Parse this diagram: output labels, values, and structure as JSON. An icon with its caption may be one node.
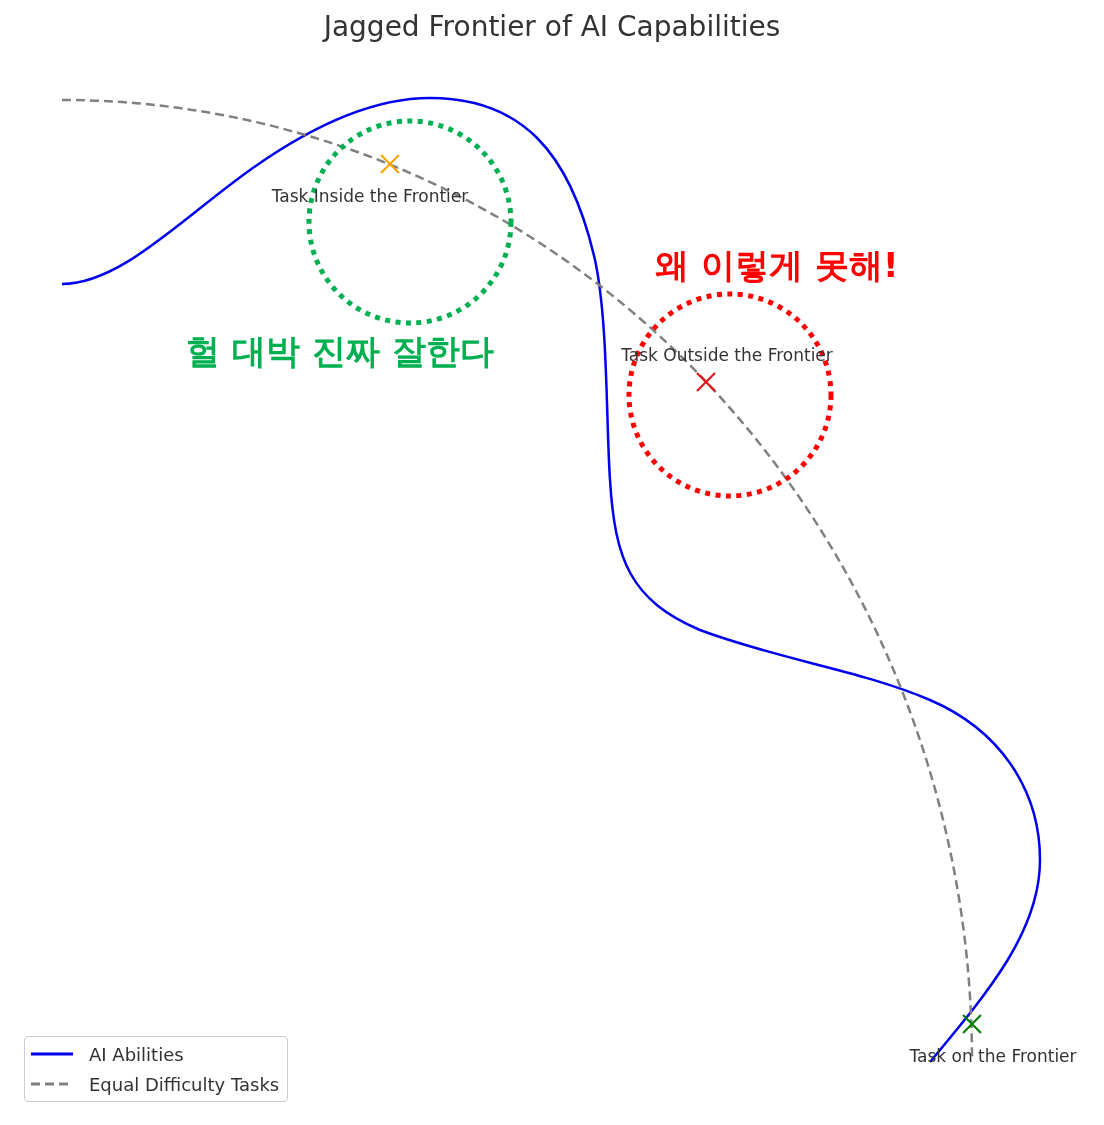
{
  "diagram": {
    "title": "Jagged Frontier of AI Capabilities",
    "labels": [
      "Task Inside the Frontier",
      "왜 이렇게 못해!",
      "헐 대박 진짜 잘한다",
      "Task Outside the Frontier",
      "Task on the Frontier"
    ],
    "legend": [
      {
        "text": "AI Abilities"
      },
      {
        "text": "Equal Difficulty Tasks"
      }
    ]
  }
}
